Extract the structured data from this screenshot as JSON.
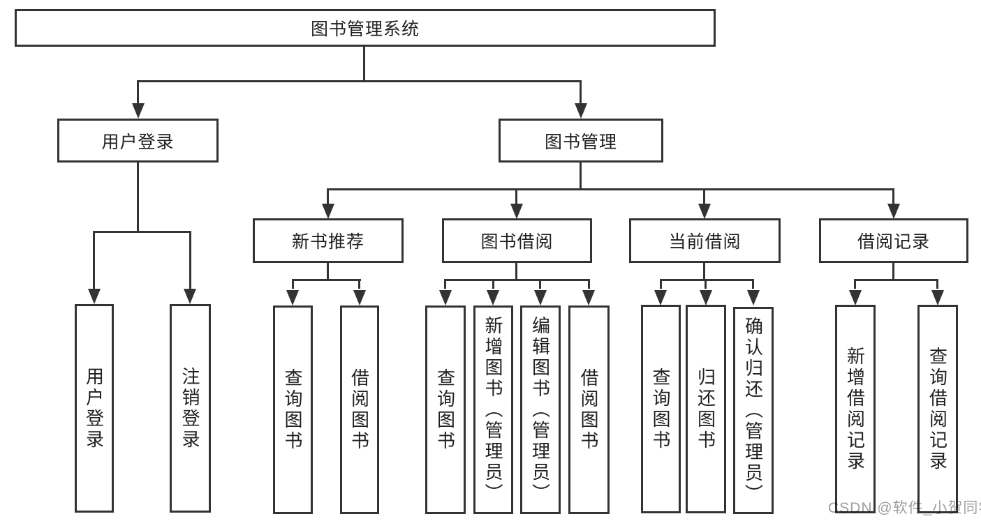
{
  "diagram": {
    "root": {
      "label": "图书管理系统"
    },
    "level2": [
      {
        "label": "用户登录"
      },
      {
        "label": "图书管理"
      }
    ],
    "level3": [
      {
        "label": "新书推荐"
      },
      {
        "label": "图书借阅"
      },
      {
        "label": "当前借阅"
      },
      {
        "label": "借阅记录"
      }
    ],
    "leaves": {
      "user_login": [
        "用户登录",
        "注销登录"
      ],
      "new_books": [
        "查询图书",
        "借阅图书"
      ],
      "book_borrow": [
        "查询图书",
        "新增图书（管理员）",
        "编辑图书（管理员）",
        "借阅图书"
      ],
      "current_borrow": [
        "查询图书",
        "归还图书",
        "确认归还（管理员）"
      ],
      "borrow_records": [
        "新增借阅记录",
        "查询借阅记录"
      ]
    }
  },
  "watermark": {
    "text": "CSDN @软件_小贺同学"
  },
  "colors": {
    "line": "#333333",
    "box_background": "#ffffff",
    "text": "#1f1f1f",
    "watermark": "#9f9f9f"
  }
}
